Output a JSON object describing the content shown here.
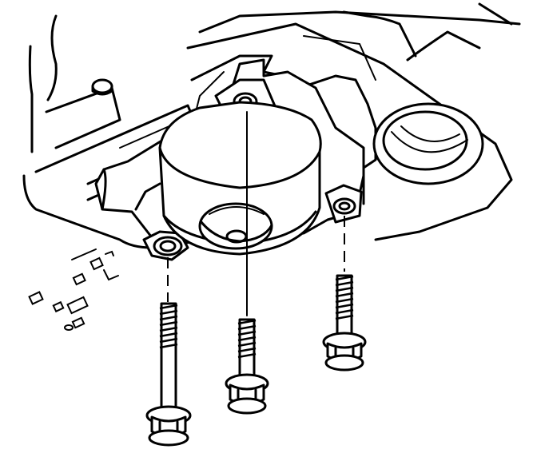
{
  "figure": {
    "subject": "housing-with-mounting-bolts",
    "style": "line-art",
    "colors": {
      "ink": "#000000",
      "paper": "#ffffff"
    }
  },
  "parts": {
    "housing": {
      "icon": "cylindrical-housing"
    },
    "bolts": [
      {
        "name": "bolt-left",
        "icon": "flange-bolt-long"
      },
      {
        "name": "bolt-center",
        "icon": "flange-bolt"
      },
      {
        "name": "bolt-right",
        "icon": "flange-bolt-short"
      }
    ],
    "mount_holes": 3
  }
}
